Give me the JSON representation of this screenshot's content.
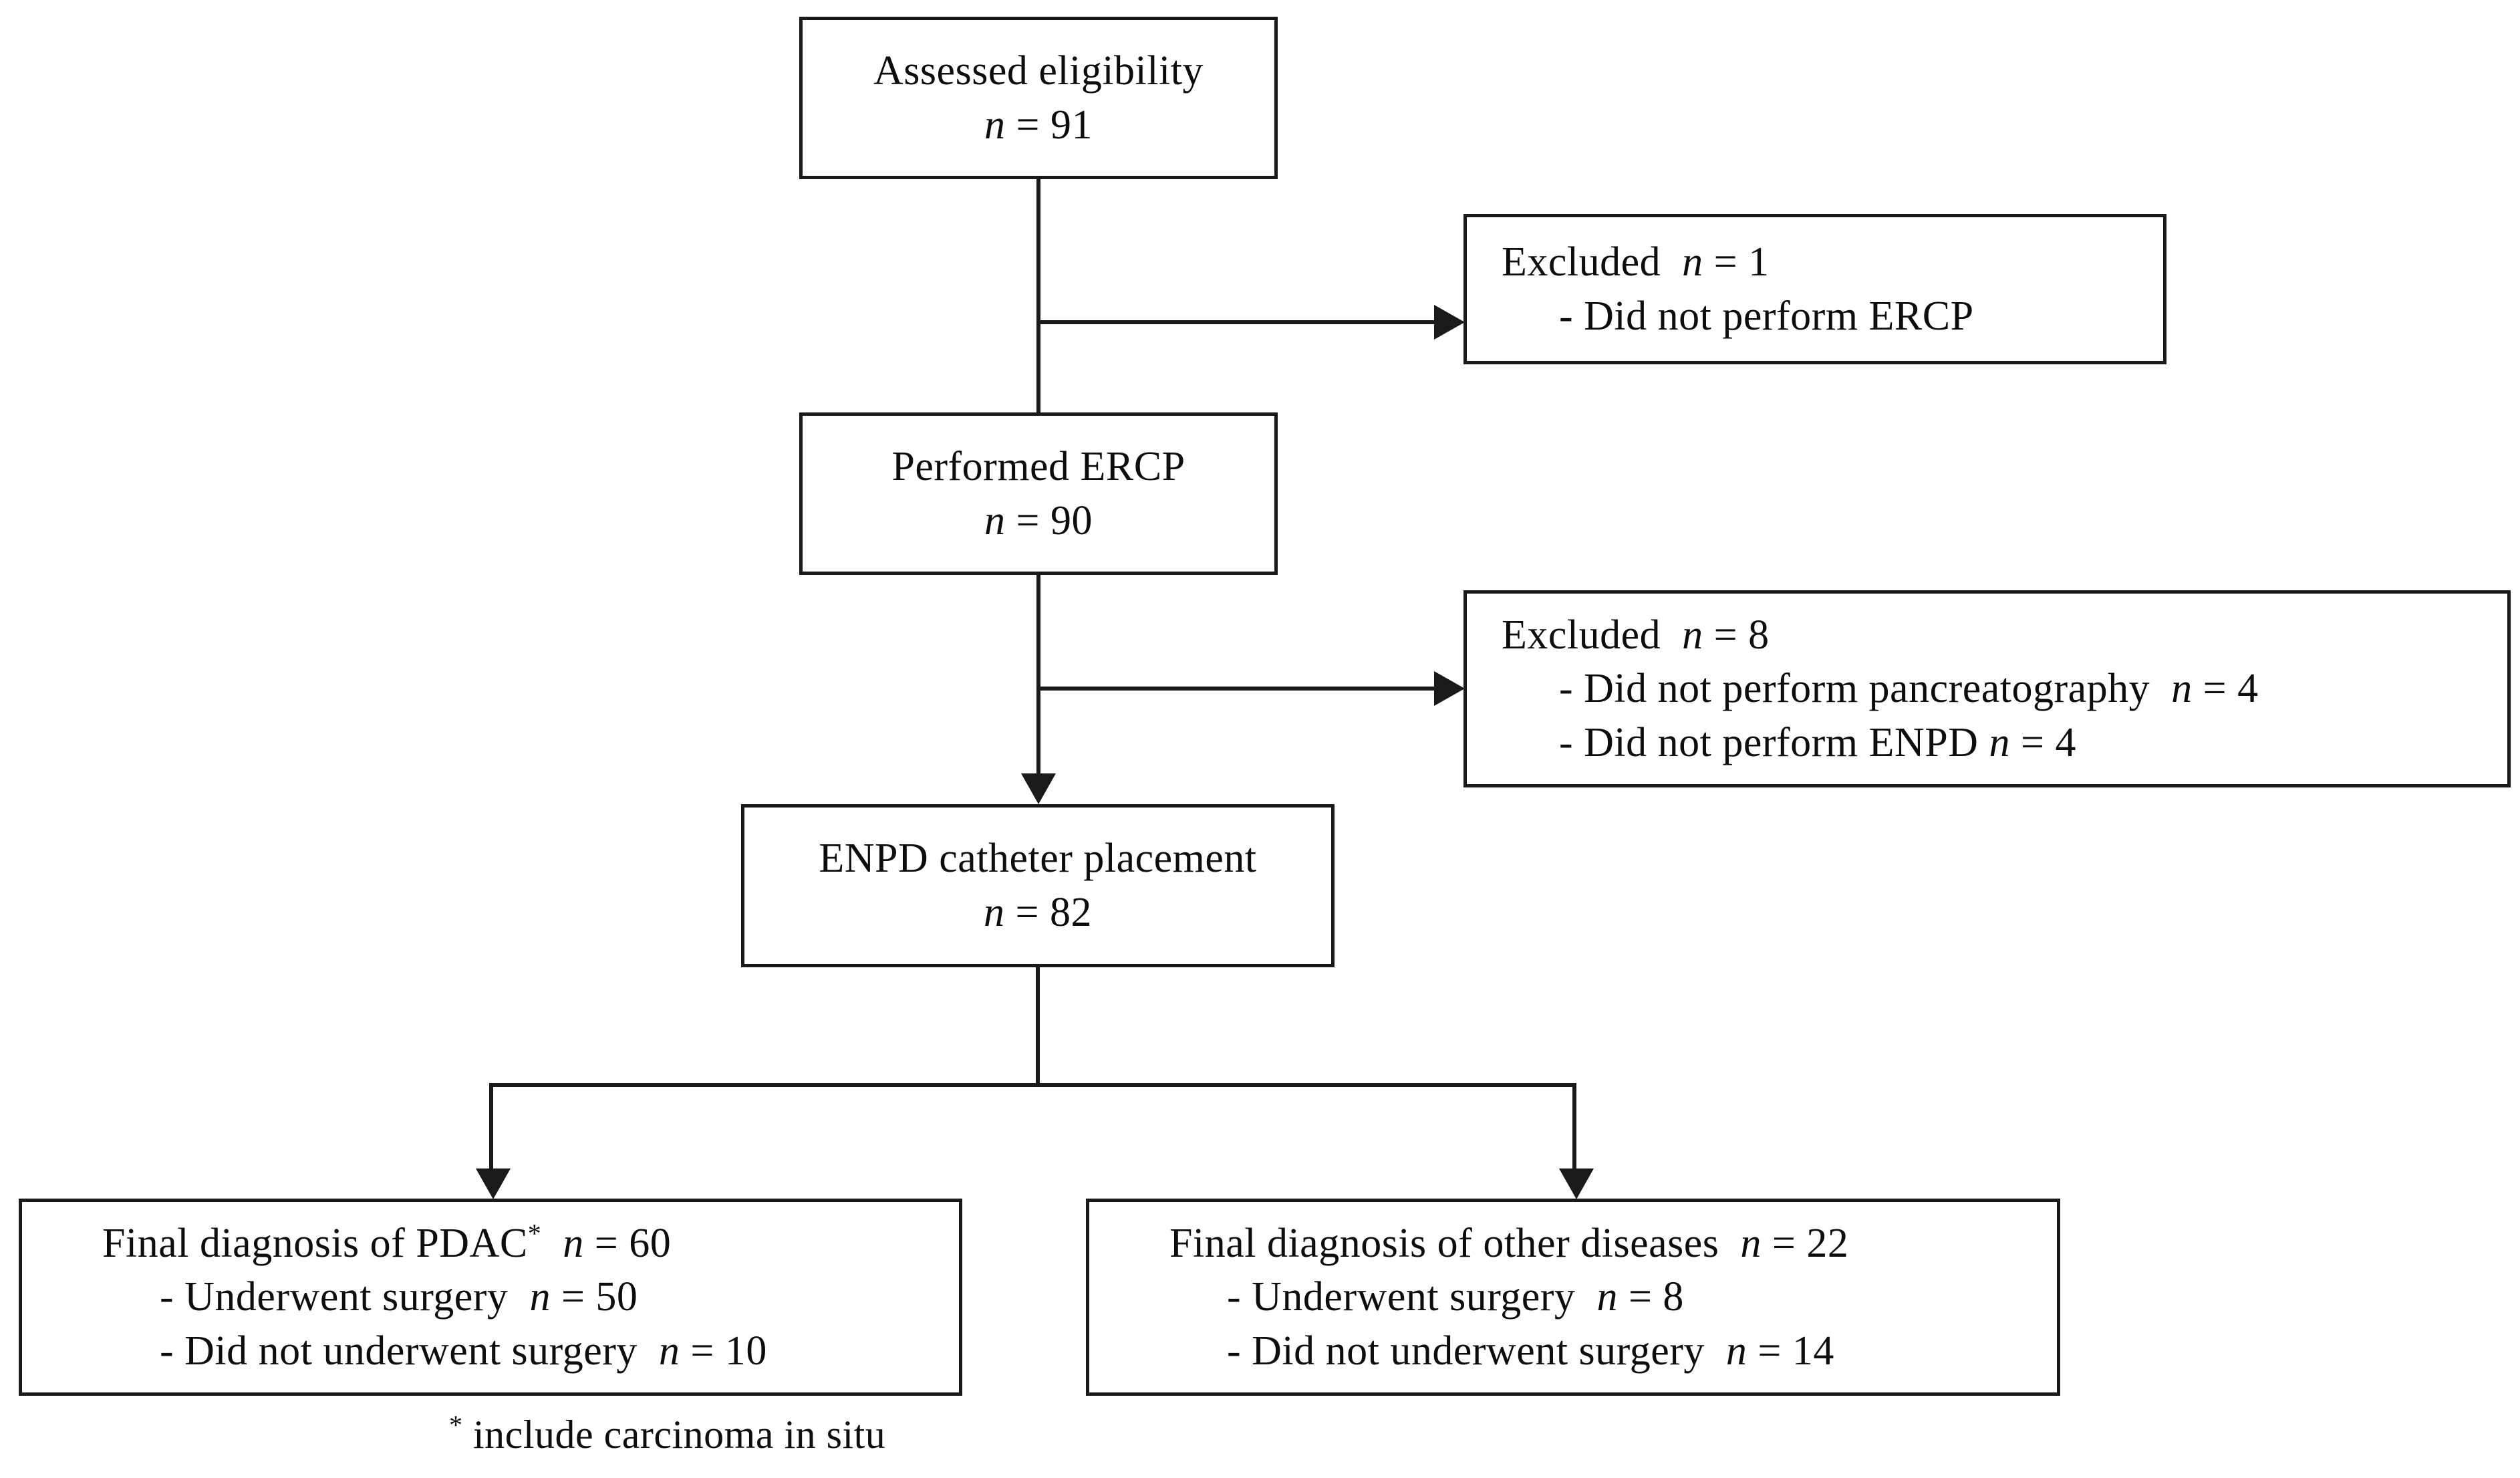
{
  "diagram": {
    "type": "flowchart",
    "title": "Patient enrollment flow diagram",
    "nodes": {
      "assessed": {
        "line1": "Assessed  eligibility",
        "n_label": "n",
        "eq": " = ",
        "n_value": "91"
      },
      "excluded1": {
        "line1_label": "Excluded",
        "line1_n": "n",
        "line1_eq": " = ",
        "line1_value": "1",
        "line2": "- Did not perform ERCP"
      },
      "performed": {
        "line1": "Performed  ERCP",
        "n_label": "n",
        "eq": " = ",
        "n_value": "90"
      },
      "excluded2": {
        "line1_label": "Excluded",
        "line1_n": "n",
        "line1_eq": " = ",
        "line1_value": "8",
        "line2_text": "- Did not perform pancreatography",
        "line2_n": "n",
        "line2_eq": " = ",
        "line2_value": "4",
        "line3_text": "- Did not perform ENPD",
        "line3_n": "n",
        "line3_eq": " = ",
        "line3_value": "4"
      },
      "enpd": {
        "line1": "ENPD catheter placement",
        "n_label": "n",
        "eq": " = ",
        "n_value": "82"
      },
      "pdac": {
        "line1_text": "Final diagnosis of PDAC",
        "line1_star": "*",
        "line1_n": "n",
        "line1_eq": " = ",
        "line1_value": "60",
        "line2_text": "- Underwent surgery",
        "line2_n": "n",
        "line2_eq": " = ",
        "line2_value": "50",
        "line3_text": "- Did not underwent surgery",
        "line3_n": "n",
        "line3_eq": " = ",
        "line3_value": "10"
      },
      "other": {
        "line1_text": "Final diagnosis of other diseases",
        "line1_n": "n",
        "line1_eq": " = ",
        "line1_value": "22",
        "line2_text": "- Underwent surgery",
        "line2_n": "n",
        "line2_eq": " = ",
        "line2_value": "8",
        "line3_text": "- Did not underwent surgery",
        "line3_n": "n",
        "line3_eq": " = ",
        "line3_value": "14"
      }
    },
    "footnote": {
      "star": "*",
      "text": " include  carcinoma  in situ"
    },
    "colors": {
      "stroke": "#1a1a1a",
      "background": "#ffffff",
      "text": "#0d0d0d"
    }
  }
}
